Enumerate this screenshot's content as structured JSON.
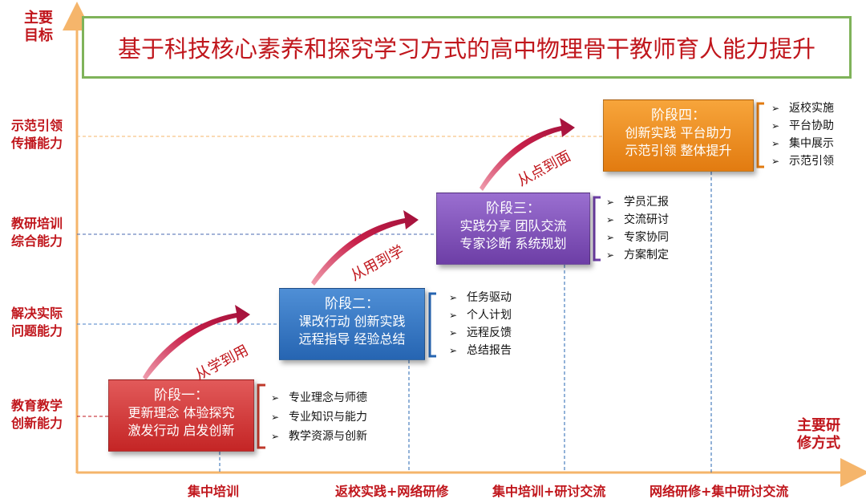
{
  "title": "基于科技核心素养和探究学习方式的高中物理骨干教师育人能力提升",
  "y_axis_label": [
    "主要",
    "目标"
  ],
  "x_axis_label": [
    "主要研",
    "修方式"
  ],
  "row_labels": [
    {
      "line1": "示范引领",
      "line2": "传播能力"
    },
    {
      "line1": "教研培训",
      "line2": "综合能力"
    },
    {
      "line1": "解决实际",
      "line2": "问题能力"
    },
    {
      "line1": "教育教学",
      "line2": "创新能力"
    }
  ],
  "x_labels": [
    "集中培训",
    "返校实践+网络研修",
    "集中培训+研讨交流",
    "网络研修+集中研讨交流"
  ],
  "stages": [
    {
      "title": "阶段一：",
      "line1": "更新理念 体验探究",
      "line2": "激发行动 启发创新",
      "bullets": [
        "专业理念与师德",
        "专业知识与能力",
        "教学资源与创新"
      ]
    },
    {
      "title": "阶段二：",
      "line1": "课改行动 创新实践",
      "line2": "远程指导 经验总结",
      "bullets": [
        "任务驱动",
        "个人计划",
        "远程反馈",
        "总结报告"
      ]
    },
    {
      "title": "阶段三：",
      "line1": "实践分享 团队交流",
      "line2": "专家诊断 系统规划",
      "bullets": [
        "学员汇报",
        "交流研讨",
        "专家协同",
        "方案制定"
      ]
    },
    {
      "title": "阶段四：",
      "line1": "创新实践 平台助力",
      "line2": "示范引领 整体提升",
      "bullets": [
        "返校实施",
        "平台协助",
        "集中展示",
        "示范引领"
      ]
    }
  ],
  "transitions": [
    "从学到用",
    "从用到学",
    "从点到面"
  ],
  "bullet_glyph": "➢",
  "colors": {
    "accent": "#c0161c",
    "axis": "#f5b56b",
    "stage1": "#d93a3a",
    "stage2": "#3a7bc8",
    "stage3": "#8654bd",
    "stage4": "#f0901e",
    "title_border": "#7fb35a"
  }
}
